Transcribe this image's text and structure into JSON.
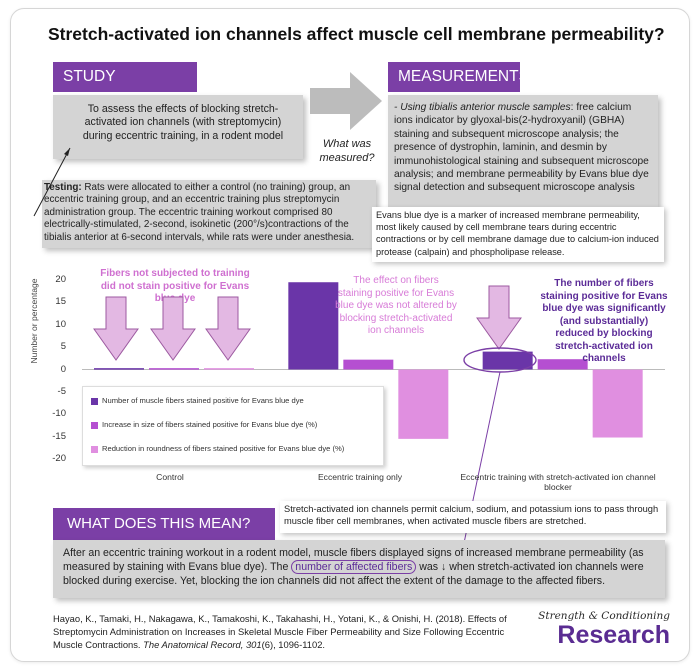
{
  "title": "Stretch-activated ion channels affect muscle cell membrane permeability?",
  "objective": {
    "header": "STUDY OBJECTIVE",
    "text": "To assess the effects of blocking stretch-activated ion channels (with streptomycin) during eccentric training, in a rodent model"
  },
  "what_measured": "What was measured?",
  "measurements": {
    "header": "MEASUREMENTS",
    "text_italic": "- Using tibialis anterior muscle samples",
    "text": ": free calcium ions indicator by glyoxal-bis(2-hydroxyanil) (GBHA) staining and subsequent microscope analysis; the presence of dystrophin, laminin, and desmin by immunohistological staining and subsequent microscope analysis; and membrane permeability by Evans blue dye signal detection and subsequent microscope analysis"
  },
  "testing": {
    "label": "Testing:",
    "text": " Rats were allocated to either a control (no training) group, an eccentric training group, and an eccentric training plus streptomycin administration group. The eccentric training workout comprised 80 electrically-stimulated, 2-second, isokinetic (200°/s)contractions of the tibialis anterior at 6-second intervals, while rats were under anesthesia."
  },
  "evans_note": "Evans blue dye is a marker of increased membrane permeability, most likely caused by cell membrane tears during eccentric contractions or by cell membrane damage due to calcium-ion induced protease (calpain) and phospholipase release.",
  "annotations": {
    "control": "Fibers not subjected to training did not stain positive for Evans blue dye",
    "ecc": "The effect on fibers staining positive for Evans blue dye was not altered by blocking stretch-activated ion channels",
    "blocker": "The number of fibers staining positive for Evans blue dye was significantly (and substantially) reduced by blocking stretch-activated ion channels"
  },
  "chart_data": {
    "type": "bar",
    "ylabel": "Number or percentage",
    "ylim": [
      -20,
      20
    ],
    "yticks": [
      "20",
      "15",
      "10",
      "5",
      "0",
      "-5",
      "-10",
      "-15",
      "-20"
    ],
    "categories": [
      "Control",
      "Eccentric training only",
      "Eccentric training with stretch-activated ion channel blocker"
    ],
    "series": [
      {
        "name": "Number of muscle fibers stained positive for Evans blue dye",
        "color": "#6a35a8",
        "values": [
          0.3,
          19.5,
          4
        ]
      },
      {
        "name": "Increase in size of fibers stained positive for Evans blue dye (%)",
        "color": "#b54fd1",
        "values": [
          0.3,
          2.2,
          2.3
        ]
      },
      {
        "name": "Reduction in roundness of fibers stained positive for Evans blue dye (%)",
        "color": "#e08fe0",
        "values": [
          0.3,
          -15.5,
          -15.2
        ]
      }
    ],
    "legend": "lower-left",
    "grid": false
  },
  "meaning": {
    "header": "WHAT DOES THIS MEAN?",
    "note": "Stretch-activated ion channels permit calcium, sodium, and potassium ions to pass through muscle fiber cell membranes, when activated muscle fibers are stretched.",
    "text_a": "After an eccentric training workout in a rodent model, muscle fibers displayed signs of increased membrane permeability (as measured by staining with Evans blue dye). The ",
    "highlight": "number of affected fibers",
    "text_b": " was ↓ when stretch-activated ion channels were blocked during exercise. Yet, blocking the ion channels did not affect the extent of the damage to the affected fibers."
  },
  "reference": {
    "text_a": "Hayao, K., Tamaki, H., Nakagawa, K., Tamakoshi, K., Takahashi, H., Yotani, K., & Onishi, H. (2018). Effects of Streptomycin Administration on Increases in Skeletal Muscle Fiber Permeability and Size Following Eccentric Muscle Contractions. ",
    "journal": "The Anatomical Record, 301",
    "text_b": "(6), 1096-1102."
  },
  "brand": {
    "line1": "Strength & Conditioning",
    "line2": "Research"
  }
}
